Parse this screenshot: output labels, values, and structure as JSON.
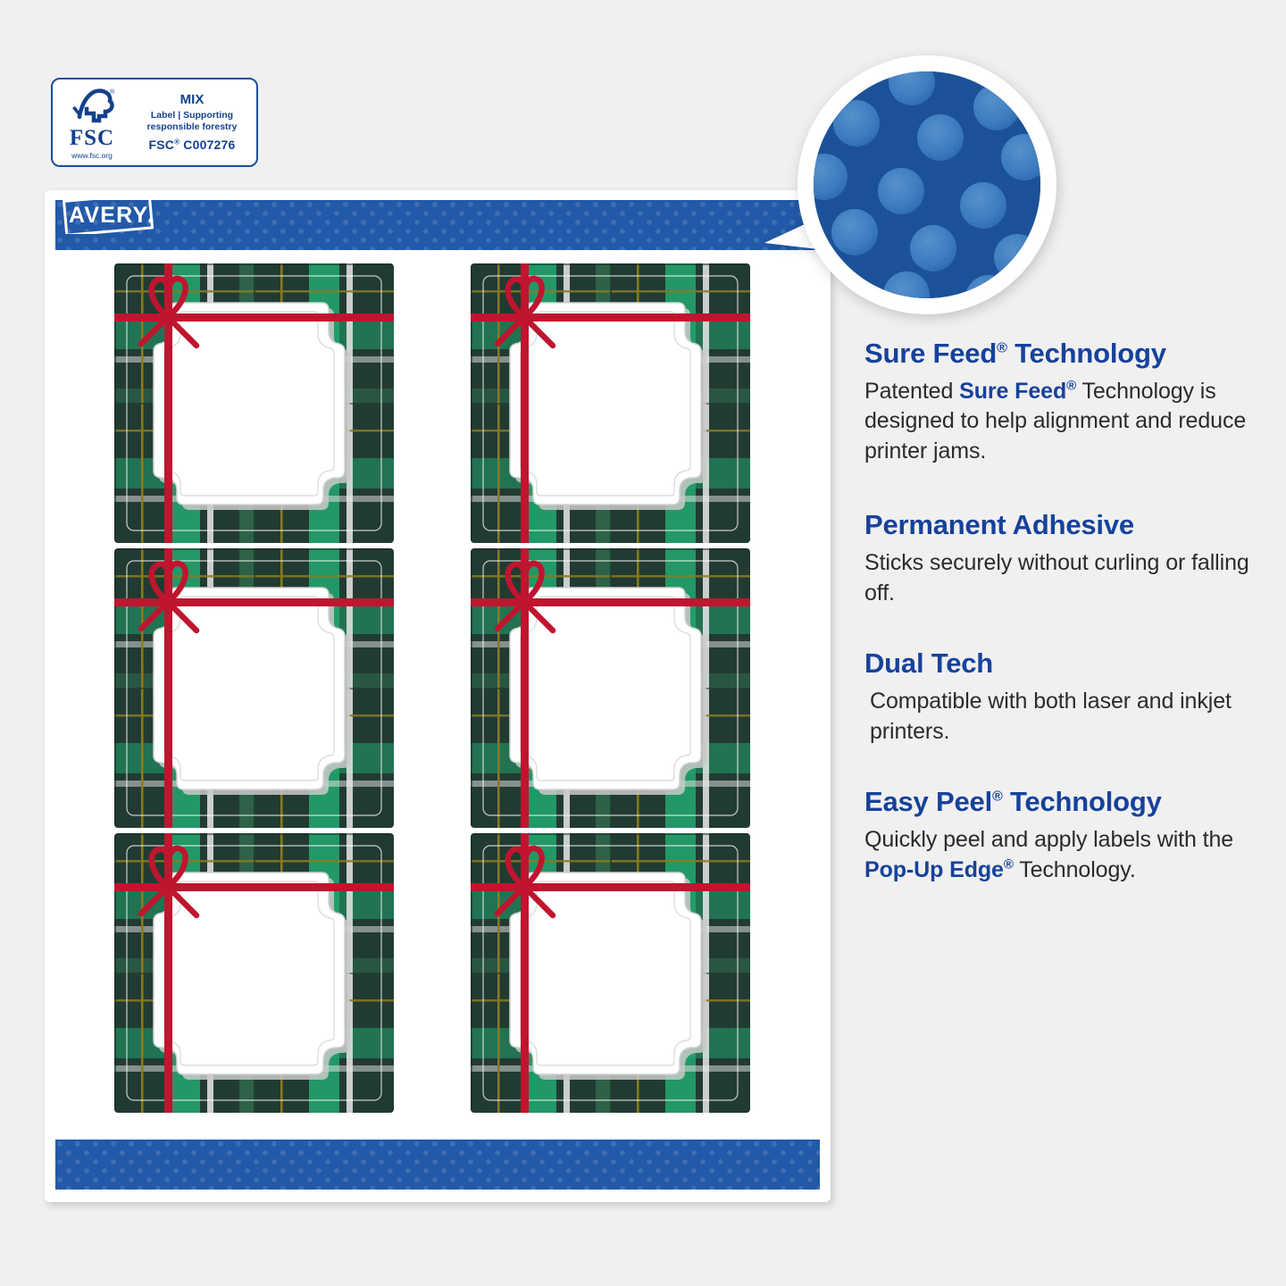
{
  "background_color": "#f0f0f0",
  "brand": {
    "name": "AVERY",
    "logo_mark": "avery-tilted-square-logo",
    "band_color": "#2259a8",
    "heading_color": "#16429b"
  },
  "fsc_badge": {
    "icon": "fsc-tree-checkmark-icon",
    "acronym": "FSC",
    "url": "www.fsc.org",
    "mix_label": "MIX",
    "description_line1": "Label | Supporting",
    "description_line2": "responsible forestry",
    "code_prefix": "FSC",
    "code_sup": "®",
    "code_number": "C007276"
  },
  "callout": {
    "icon": "magnifier-callout",
    "description": "magnified dotted blue texture swatch"
  },
  "sheet": {
    "label_count": 6,
    "columns": 2,
    "rows": 3,
    "label_design": "green-plaid-with-red-ribbon-bow-and-white-ornate-frame",
    "plaid_dark_green": "#223b32",
    "plaid_mid_green": "#2f6b4f",
    "plaid_bright_green": "#22a06b",
    "plaid_gold": "#8a7a22",
    "ribbon_red": "#c0152f",
    "frame_white": "#ffffff",
    "frame_shadow": "#c9c9c9"
  },
  "features": [
    {
      "heading": "Sure Feed",
      "heading_sup": "®",
      "heading_tail": " Technology",
      "body_pre": "Patented ",
      "body_hl": "Sure Feed",
      "body_hl_sup": "®",
      "body_post": " Technology is designed to help alignment and reduce printer jams."
    },
    {
      "heading": "Permanent Adhesive",
      "heading_sup": "",
      "heading_tail": "",
      "body_pre": "Sticks securely without curling or falling off.",
      "body_hl": "",
      "body_hl_sup": "",
      "body_post": ""
    },
    {
      "heading": "Dual Tech",
      "heading_sup": "",
      "heading_tail": "",
      "body_pre": "Compatible with both laser and inkjet printers.",
      "body_hl": "",
      "body_hl_sup": "",
      "body_post": ""
    },
    {
      "heading": "Easy Peel",
      "heading_sup": "®",
      "heading_tail": " Technology",
      "body_pre": "Quickly peel and apply labels with the ",
      "body_hl": "Pop-Up Edge",
      "body_hl_sup": "®",
      "body_post": " Technology."
    }
  ]
}
